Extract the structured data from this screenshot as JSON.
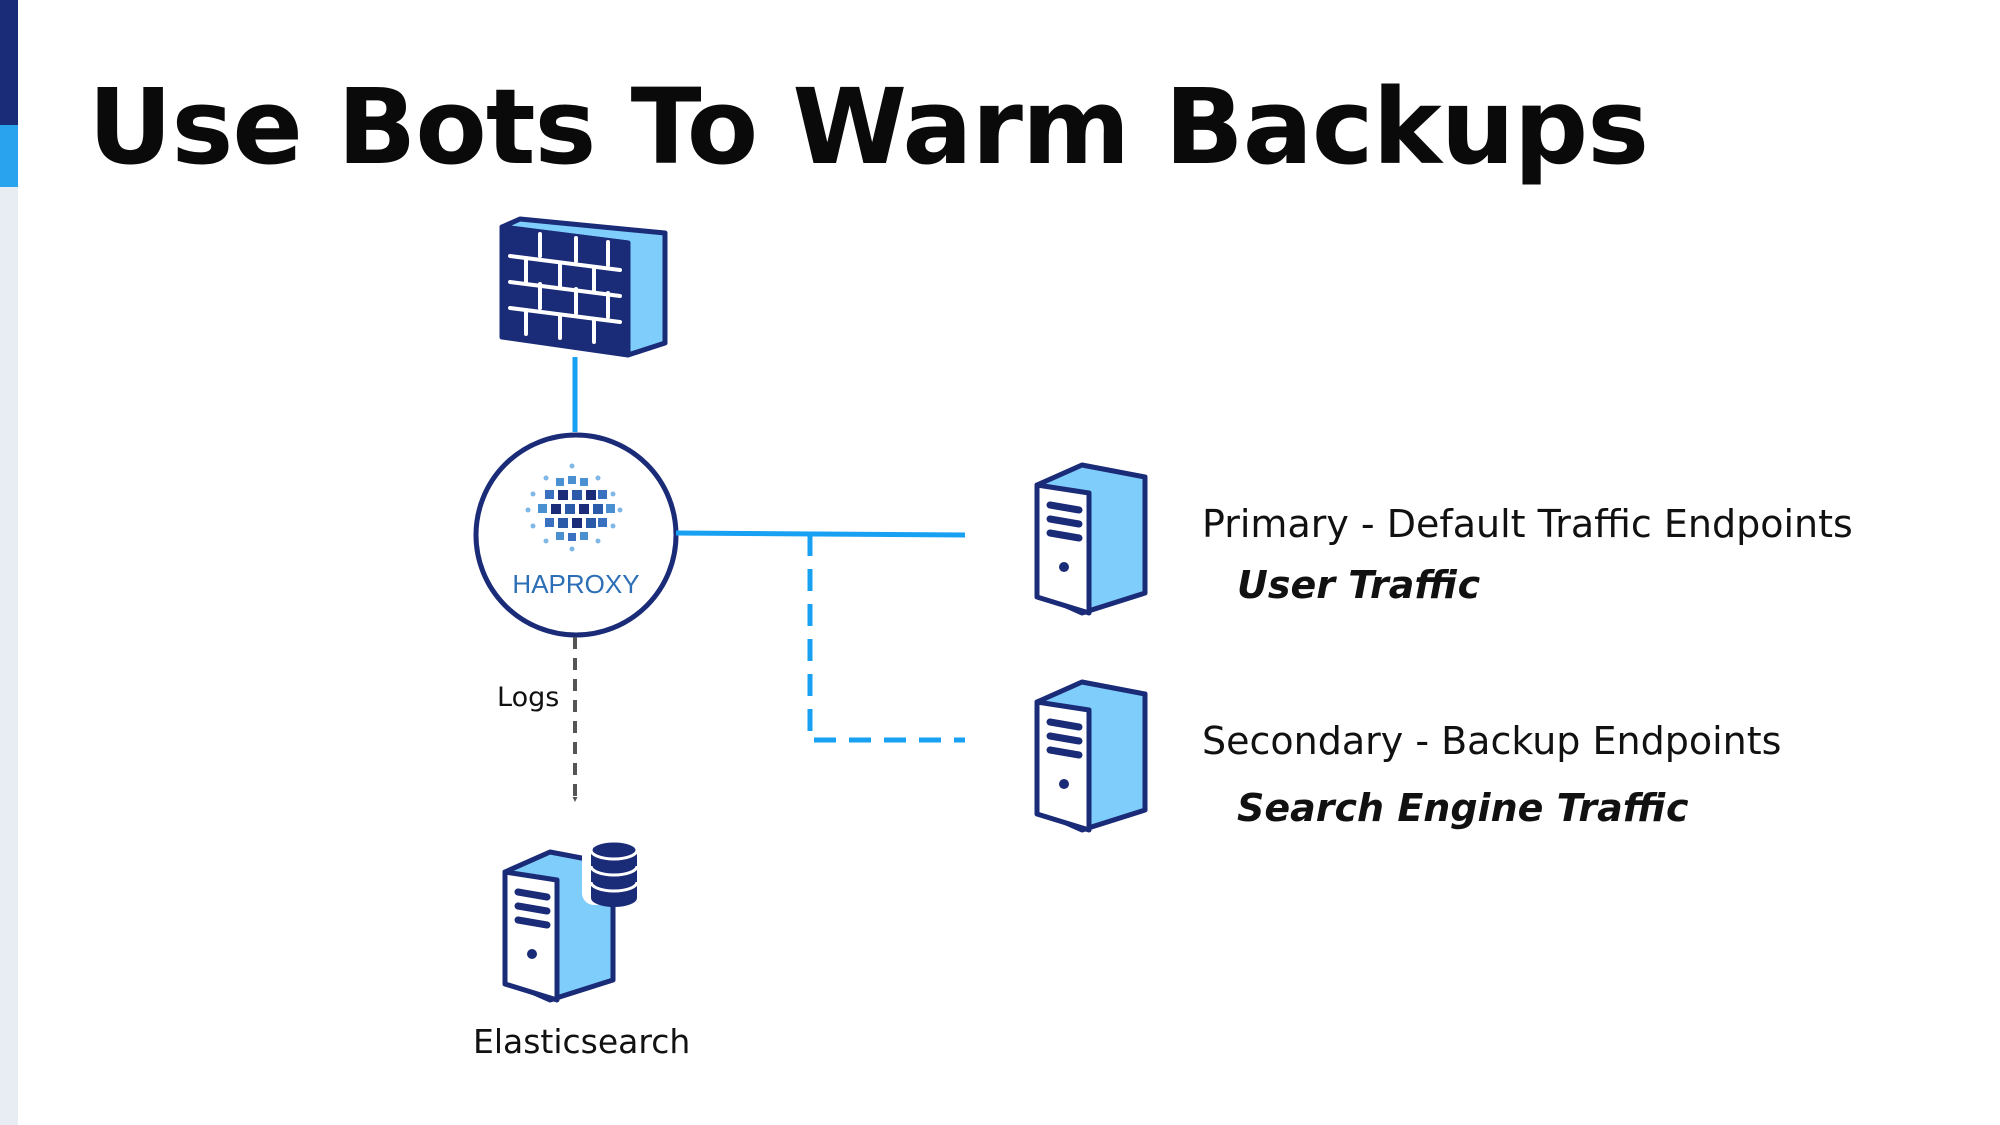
{
  "slide": {
    "title": "Use Bots To Warm Backups"
  },
  "colors": {
    "dark_blue": "#1a2b78",
    "light_blue": "#7fcdfa",
    "arrow_blue": "#18a0f2",
    "log_gray": "#555555"
  },
  "icons": {
    "firewall": "firewall-icon",
    "haproxy": "haproxy-logo",
    "primary_server": "server-icon",
    "secondary_server": "server-icon",
    "elasticsearch": "database-server-icon"
  },
  "haproxy": {
    "logo_text": "HAPROXY"
  },
  "primary": {
    "name": "Primary - Default Traffic Endpoints",
    "traffic": "User Traffic"
  },
  "secondary": {
    "name": "Secondary - Backup Endpoints",
    "traffic": "Search Engine Traffic"
  },
  "logs": {
    "label": "Logs"
  },
  "elasticsearch": {
    "label": "Elasticsearch"
  }
}
